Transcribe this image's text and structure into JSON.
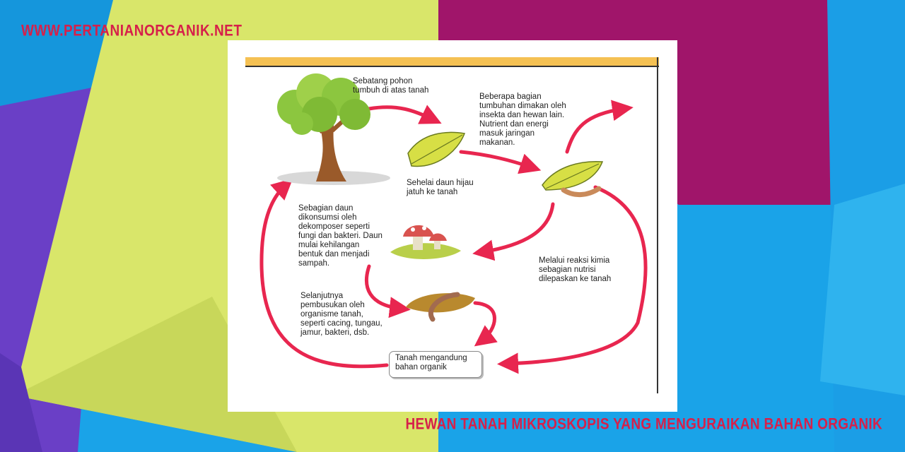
{
  "site": {
    "watermark": "WWW.PERTANIANORGANIK.NET"
  },
  "caption": "HEWAN TANAH MIKROSKOPIS YANG MENGURAIKAN BAHAN ORGANIK",
  "colors": {
    "arrow": "#e8264f",
    "title_red": "#d6204a",
    "header_bar": "#f5c153"
  },
  "diagram": {
    "notes": {
      "tree": "Sebatang pohon\ntumbuh di atas tanah",
      "leaf_fall": "Sehelai daun hijau\njatuh ke tanah",
      "eaten": "Beberapa bagian\ntumbuhan dimakan oleh\ninsekta dan hewan lain.\nNutrient dan energi\nmasuk jaringan\nmakanan.",
      "decomposer": "Sebagian daun\ndikonsumsi oleh\ndekomposer seperti\nfungi dan bakteri. Daun\nmulai kehilangan\nbentuk dan menjadi\nsampah.",
      "chemical": "Melalui reaksi kimia\nsebagian nutrisi\ndilepaskan ke tanah",
      "soil_org": "Selanjutnya\npembusukan oleh\norganisme tanah,\nseperti  cacing, tungau,\njamur, bakteri, dsb.",
      "soil": "Tanah mengandung\nbahan organik"
    },
    "icons": [
      "tree-icon",
      "leaf-icon",
      "caterpillar-leaf-icon",
      "mushroom-icon",
      "worm-icon"
    ]
  }
}
